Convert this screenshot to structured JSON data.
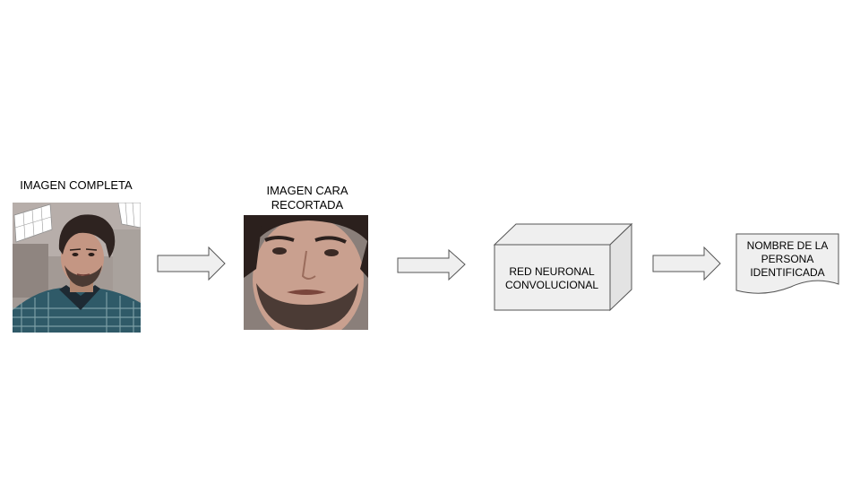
{
  "diagram": {
    "step1_label": "IMAGEN COMPLETA",
    "step2_label": "IMAGEN CARA\nRECORTADA",
    "step3_label": "RED NEURONAL\nCONVOLUCIONAL",
    "step4_label": "NOMBRE DE LA\nPERSONA\nIDENTIFICADA"
  },
  "colors": {
    "shape_fill": "#efefef",
    "shape_stroke": "#555555"
  }
}
